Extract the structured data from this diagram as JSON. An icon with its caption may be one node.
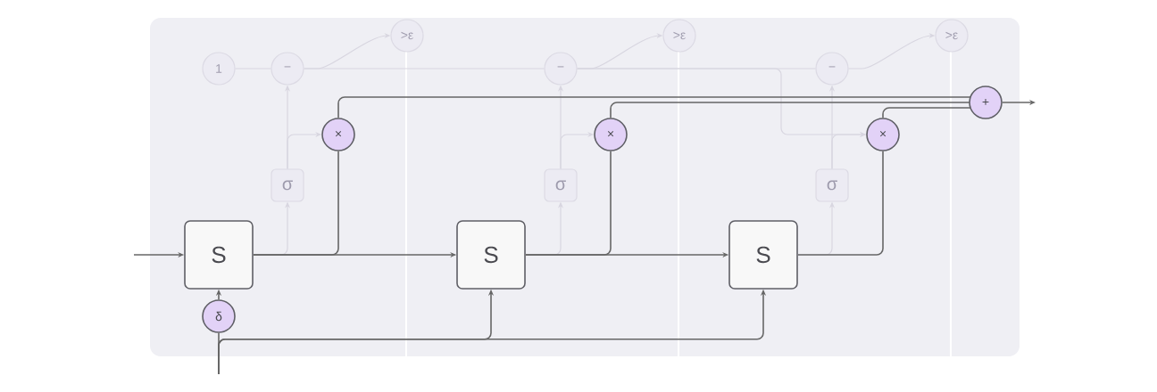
{
  "diagram": {
    "nodes": [
      {
        "text": [
          "1"
        ]
      },
      {
        "text": [
          "−"
        ]
      },
      {
        "text": [
          ">ε"
        ]
      },
      {
        "text": [
          "−"
        ]
      },
      {
        "text": [
          ">ε"
        ]
      },
      {
        "text": [
          "−"
        ]
      },
      {
        "text": [
          ">ε"
        ]
      },
      {
        "text": [
          "+"
        ]
      },
      {
        "text": [
          "×"
        ]
      },
      {
        "text": [
          "×"
        ]
      },
      {
        "text": [
          "×"
        ]
      },
      {
        "text": [
          "σ"
        ]
      },
      {
        "text": [
          "σ"
        ]
      },
      {
        "text": [
          "σ"
        ]
      },
      {
        "text": [
          "S"
        ]
      },
      {
        "text": [
          "S"
        ]
      },
      {
        "text": [
          "S"
        ]
      },
      {
        "text": [
          "δ"
        ]
      }
    ],
    "edges": [
      {
        "from": 0,
        "to": 1,
        "arrow": "none"
      },
      {
        "from": 1,
        "to": 2,
        "arrow": "to"
      },
      {
        "from": 1,
        "to": 3,
        "arrow": "none"
      },
      {
        "from": 3,
        "to": 4,
        "arrow": "to"
      },
      {
        "from": 3,
        "to": 5,
        "arrow": "none"
      },
      {
        "from": 3,
        "to": 10,
        "arrow": "to"
      },
      {
        "from": 5,
        "to": 6,
        "arrow": "to"
      },
      {
        "from": 11,
        "to": 1,
        "arrow": "to"
      },
      {
        "from": 11,
        "to": 8,
        "arrow": "to"
      },
      {
        "from": 12,
        "to": 3,
        "arrow": "to"
      },
      {
        "from": 12,
        "to": 9,
        "arrow": "to"
      },
      {
        "from": 13,
        "to": 5,
        "arrow": "to"
      },
      {
        "from": 13,
        "to": 10,
        "arrow": "to"
      },
      {
        "from": 14,
        "to": 11,
        "arrow": "to"
      },
      {
        "from": 15,
        "to": 12,
        "arrow": "to"
      },
      {
        "from": 16,
        "to": 13,
        "arrow": "to"
      },
      {
        "from": null,
        "to": 14,
        "arrow": "to",
        "color": "#666666"
      },
      {
        "from": 14,
        "to": 15,
        "arrow": "to",
        "color": "#666666"
      },
      {
        "from": 15,
        "to": 16,
        "arrow": "to",
        "color": "#666666"
      },
      {
        "from": 14,
        "to": 8,
        "arrow": "none",
        "color": "#666666"
      },
      {
        "from": 15,
        "to": 9,
        "arrow": "none",
        "color": "#666666"
      },
      {
        "from": 16,
        "to": 10,
        "arrow": "none",
        "color": "#666666"
      },
      {
        "from": 8,
        "to": 7,
        "arrow": "none",
        "color": "#666666"
      },
      {
        "from": 9,
        "to": 7,
        "arrow": "none",
        "color": "#666666"
      },
      {
        "from": 10,
        "to": 7,
        "arrow": "none",
        "color": "#666666"
      },
      {
        "from": 7,
        "to": null,
        "arrow": "to",
        "color": "#666666"
      },
      {
        "from": null,
        "to": 17,
        "arrow": "none",
        "color": "#666666"
      },
      {
        "from": null,
        "to": 15,
        "arrow": "to",
        "color": "#666666"
      },
      {
        "from": null,
        "to": 16,
        "arrow": "to",
        "color": "#666666"
      },
      {
        "from": 17,
        "to": 14,
        "arrow": "to",
        "color": "#666666"
      }
    ]
  }
}
